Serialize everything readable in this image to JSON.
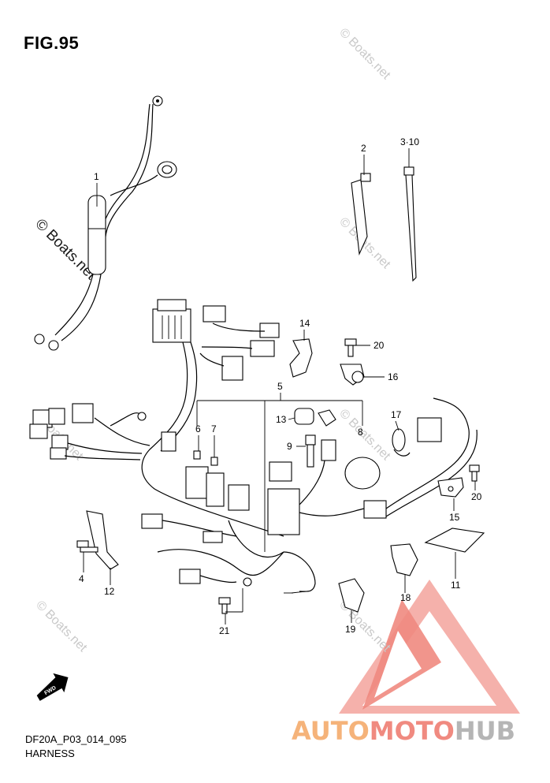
{
  "figure": {
    "title": "FIG.95",
    "code": "DF20A_P03_014_095",
    "name": "HARNESS"
  },
  "callouts": [
    "1",
    "2",
    "3·10",
    "14",
    "20",
    "16",
    "5",
    "13",
    "9",
    "8",
    "17",
    "6",
    "7",
    "20",
    "15",
    "4",
    "12",
    "11",
    "18",
    "19",
    "21"
  ],
  "watermarks": {
    "text": "© Boats.net"
  },
  "fwd_label": "FWD",
  "brand": {
    "part1": "AUTO",
    "part2": "MOTO",
    "part3": "HUB",
    "color_main": "#f5b37a",
    "color_accent": "#f08a80",
    "color_hub": "#b5b5b5"
  }
}
